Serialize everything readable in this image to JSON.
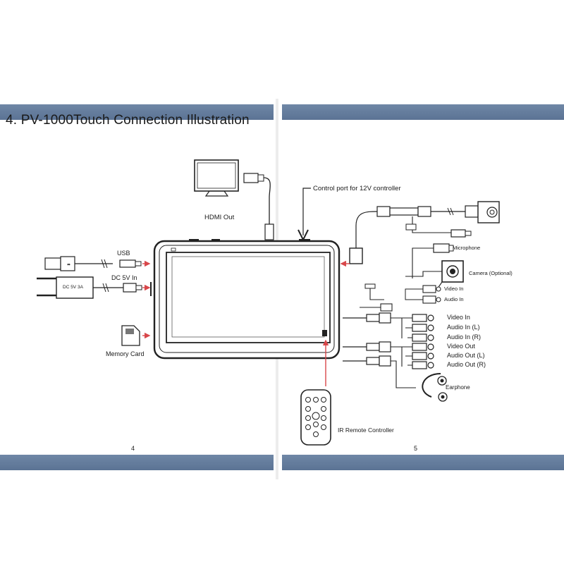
{
  "title": "4. PV-1000Touch Connection Illustration",
  "labels": {
    "hdmi_out": "HDMI Out",
    "control_port": "Control port for 12V controller",
    "usb": "USB",
    "dc_in": "DC 5V In",
    "adapter_text": "DC  5V  3A",
    "memory_card": "Memory Card",
    "microphone": "Microphone",
    "camera": "Camera (Optional)",
    "cam_video_in": "Video In",
    "cam_audio_in": "Audio In",
    "av_video_in": "Video In",
    "av_audio_in_l": "Audio In (L)",
    "av_audio_in_r": "Audio In (R)",
    "av_video_out": "Video Out",
    "av_audio_out_l": "Audio Out (L)",
    "av_audio_out_r": "Audio Out (R)",
    "earphone": "Earphone",
    "ir_remote": "IR Remote Controller"
  },
  "page_numbers": {
    "left": "4",
    "right": "5"
  },
  "colors": {
    "band": "#6f87a6",
    "arrow_red": "#d8474a",
    "line": "#222222"
  }
}
